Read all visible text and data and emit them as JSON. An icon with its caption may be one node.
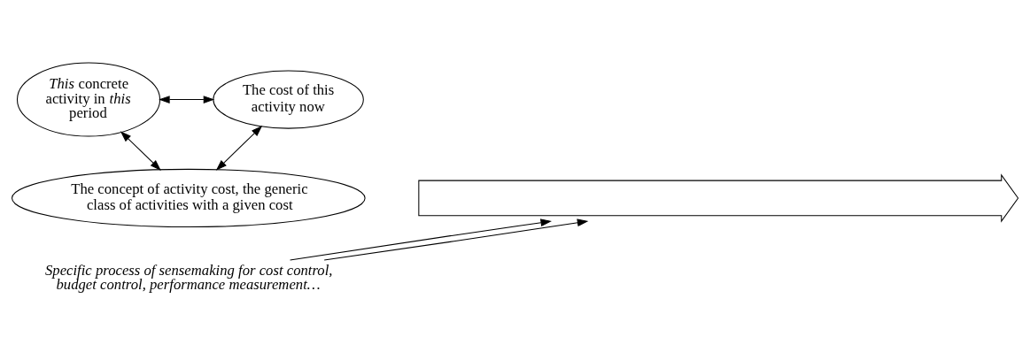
{
  "diagram": {
    "nodes": [
      {
        "text": [
          "*This* concrete activity in *this* period"
        ]
      },
      {
        "text": [
          "The cost of this activity now"
        ]
      },
      {
        "text": [
          "The concept of activity cost, the generic class of activities with a given cost"
        ]
      },
      {
        "text": [],
        "shape": "arrow"
      },
      {
        "text": [
          "Specific process of sensemaking for cost control, budget control, performance measurement…"
        ]
      }
    ],
    "edges": [
      {
        "from": 0,
        "to": 1,
        "arrow": "both"
      },
      {
        "from": 0,
        "to": 2,
        "arrow": "both"
      },
      {
        "from": 1,
        "to": 2,
        "arrow": "both"
      },
      {
        "from": 4,
        "to": 3,
        "arrow": "to"
      },
      {
        "from": 4,
        "to": 3,
        "arrow": "to"
      }
    ]
  }
}
